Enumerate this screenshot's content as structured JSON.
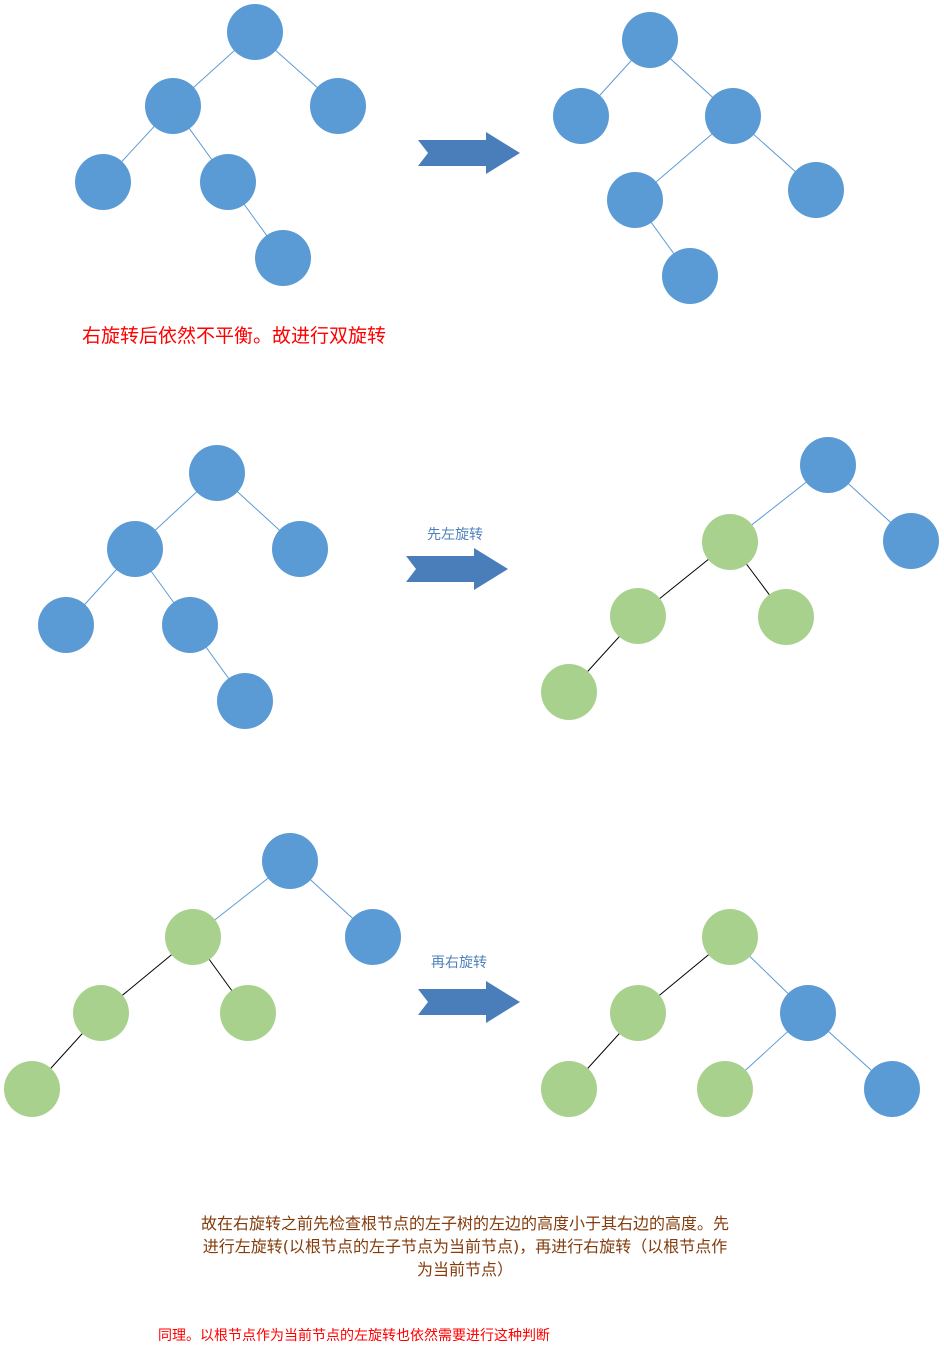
{
  "colors": {
    "blue_node": "#5b9bd5",
    "green_node": "#a9d18e",
    "blue_edge": "#5b9bd5",
    "black_edge": "#000000",
    "arrow": "#4a7ebb",
    "red_text": "#ff0000",
    "blue_text": "#4f81bd",
    "brown_text": "#843c0c"
  },
  "text": {
    "unbalanced_note": "右旋转后依然不平衡。故进行双旋转",
    "left_rotation_label": "先左旋转",
    "right_rotation_label": "再右旋转",
    "explanation_line1": "故在右旋转之前先检查根节点的左子树的左边的高度小于其右边的高度。先",
    "explanation_line2": "进行左旋转(以根节点的左子节点为当前节点)，再进行右旋转（以根节点作",
    "explanation_line3": "为当前节点）",
    "same_note": "同理。以根节点作为当前节点的左旋转也依然需要进行这种判断"
  },
  "icons": {
    "arrow": "right-arrow-icon"
  }
}
